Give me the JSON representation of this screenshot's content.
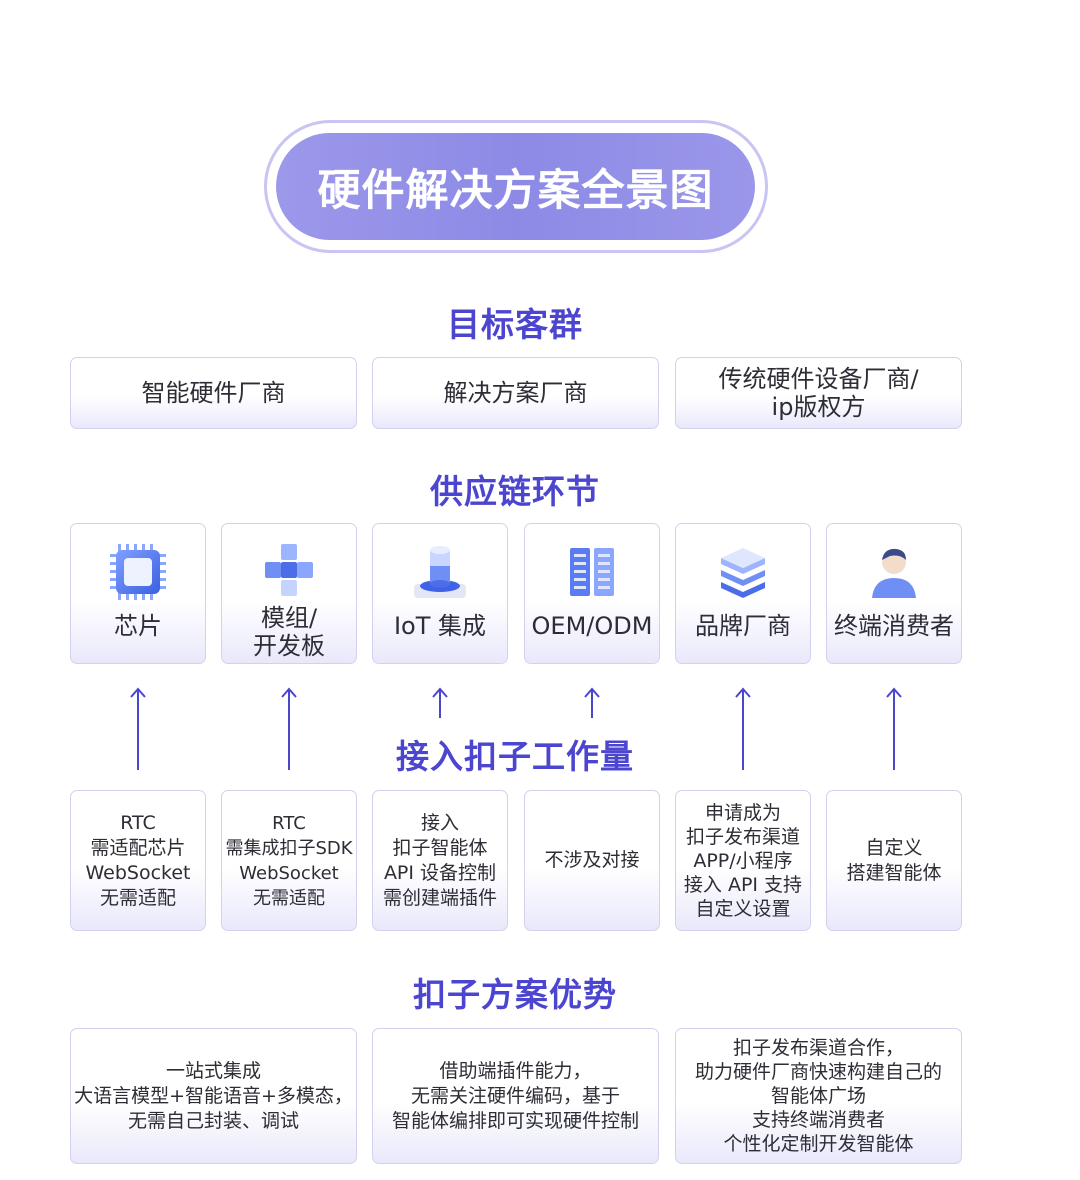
{
  "title": "硬件解决方案全景图",
  "sections": {
    "target": "目标客群",
    "supply": "供应链环节",
    "workload": "接入扣子工作量",
    "advantage": "扣子方案优势"
  },
  "target_groups": [
    "智能硬件厂商",
    "解决方案厂商",
    "传统硬件设备厂商/\nip版权方"
  ],
  "supply_chain": [
    {
      "label": "芯片",
      "icon": "chip-icon"
    },
    {
      "label": "模组/\n开发板",
      "icon": "module-cubes-icon"
    },
    {
      "label": "IoT 集成",
      "icon": "iot-cylinder-icon"
    },
    {
      "label": "OEM/ODM",
      "icon": "server-rack-icon"
    },
    {
      "label": "品牌厂商",
      "icon": "layer-stack-icon"
    },
    {
      "label": "终端消费者",
      "icon": "consumer-person-icon"
    }
  ],
  "workload": [
    "RTC\n需适配芯片\nWebSocket\n无需适配",
    "RTC\n需集成扣子SDK\nWebSocket\n无需适配",
    "接入\n扣子智能体\nAPI 设备控制\n需创建端插件",
    "不涉及对接",
    "申请成为\n扣子发布渠道\nAPP/小程序\n接入 API 支持\n自定义设置",
    "自定义\n搭建智能体"
  ],
  "advantages": [
    "一站式集成\n大语言模型+智能语音+多模态，\n无需自己封装、调试",
    "借助端插件能力，\n无需关注硬件编码，基于\n智能体编排即可实现硬件控制",
    "扣子发布渠道合作，\n助力硬件厂商快速构建自己的\n智能体广场\n支持终端消费者\n个性化定制开发智能体"
  ],
  "colors": {
    "accent": "#4b45cf",
    "pill": "#8d8ae6",
    "card_border": "#d3d2ee",
    "icon_blue": "#5b7cf0"
  }
}
